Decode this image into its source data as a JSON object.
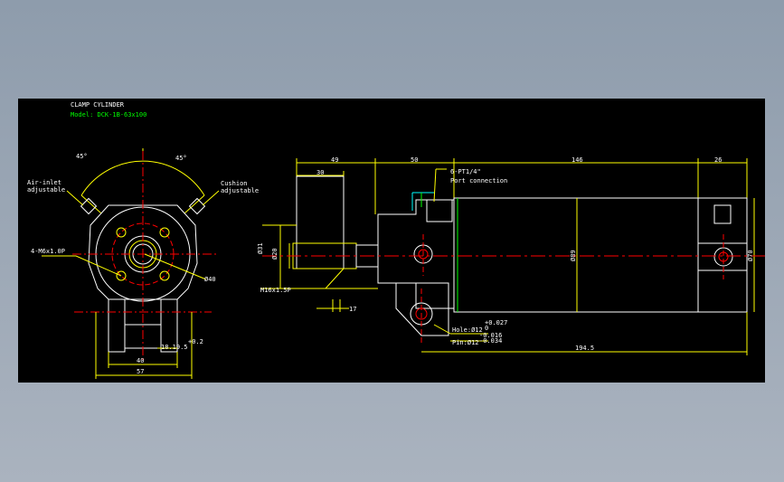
{
  "title": {
    "line1": "CLAMP CYLINDER",
    "line2": "Model: DCK-1B-63x100"
  },
  "left_view": {
    "angle_left": "45°",
    "angle_right": "45°",
    "air_inlet_line1": "Air-inlet",
    "air_inlet_line2": "adjustable",
    "cushion_line1": "Cushion",
    "cushion_line2": "adjustable",
    "thread_label": "4-M6x1.0P",
    "dia_label": "Ø40",
    "dim_18": "18.19.5",
    "dim_tol": "+0.2",
    "dim_40": "40",
    "dim_57": "57"
  },
  "right_view": {
    "dim_49": "49",
    "dim_50": "50",
    "dim_146": "146",
    "dim_26": "26",
    "dim_30": "30",
    "port_line1": "6-PT1/4\"",
    "port_line2": "Port connection",
    "dia_31": "Ø31",
    "dia_20": "Ø20",
    "dia_89": "Ø89",
    "dia_70": "Ø70",
    "thread_label": "M16x1.5P",
    "dim_17": "17",
    "hole_label": "Hole:Ø12",
    "hole_tol": "+0.027",
    "hole_tol2": "0",
    "pin_label": "Pin:Ø12",
    "pin_tol": "-0.016",
    "pin_tol2": "-0.034",
    "dim_194": "194.5"
  },
  "colors": {
    "background": "#000000",
    "outline": "#ffffff",
    "dimension": "#ffff00",
    "center_line": "#ff0000",
    "accent": "#00ff00"
  }
}
